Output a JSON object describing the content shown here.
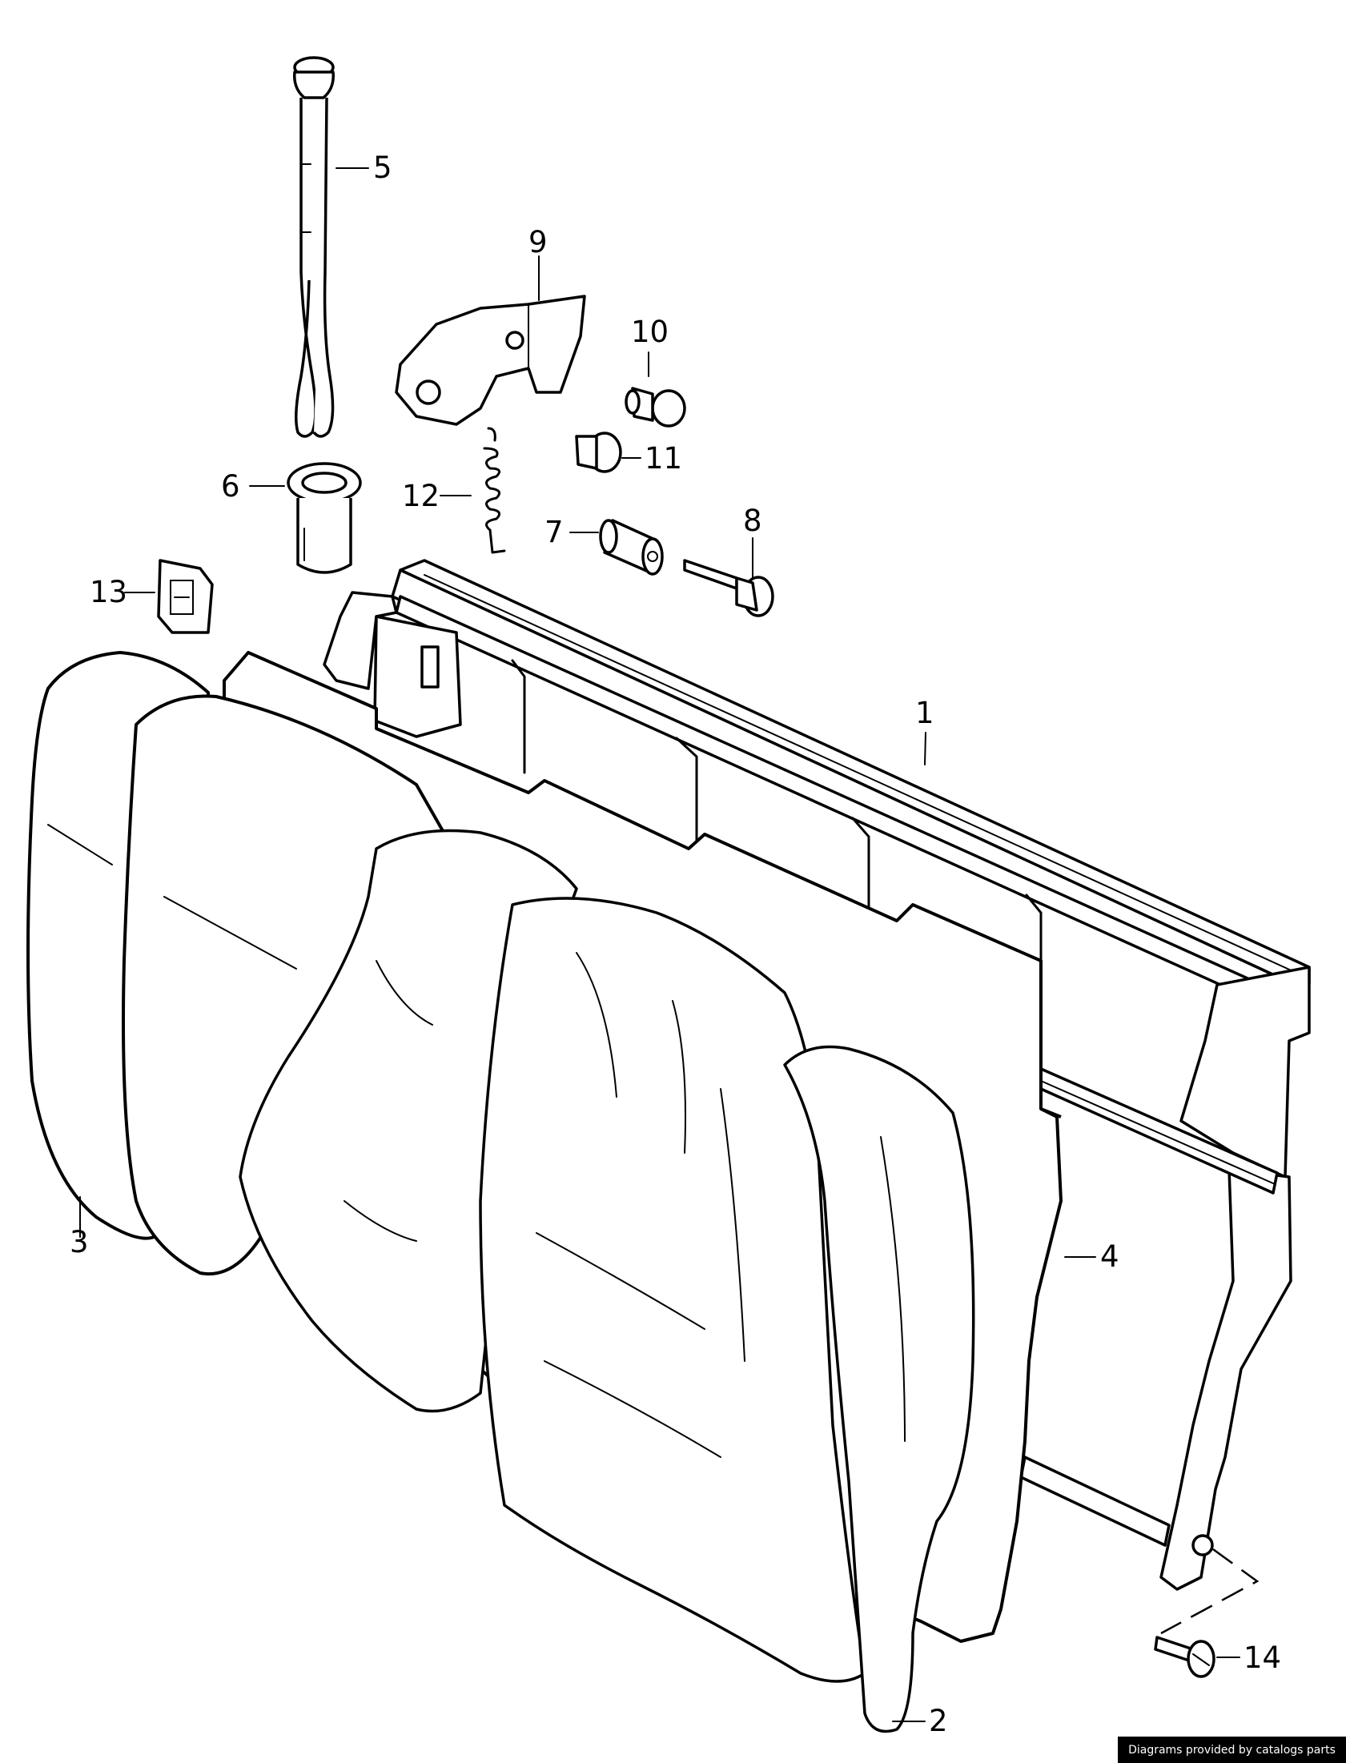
{
  "diagram": {
    "callouts": [
      {
        "id": "c1",
        "label": "1"
      },
      {
        "id": "c2",
        "label": "2"
      },
      {
        "id": "c3",
        "label": "3"
      },
      {
        "id": "c4",
        "label": "4"
      },
      {
        "id": "c5",
        "label": "5"
      },
      {
        "id": "c6",
        "label": "6"
      },
      {
        "id": "c7",
        "label": "7"
      },
      {
        "id": "c8",
        "label": "8"
      },
      {
        "id": "c9",
        "label": "9"
      },
      {
        "id": "c10",
        "label": "10"
      },
      {
        "id": "c11",
        "label": "11"
      },
      {
        "id": "c12",
        "label": "12"
      },
      {
        "id": "c13",
        "label": "13"
      },
      {
        "id": "c14",
        "label": "14"
      }
    ]
  },
  "footer": {
    "credit": "Diagrams provided by catalogs parts"
  }
}
